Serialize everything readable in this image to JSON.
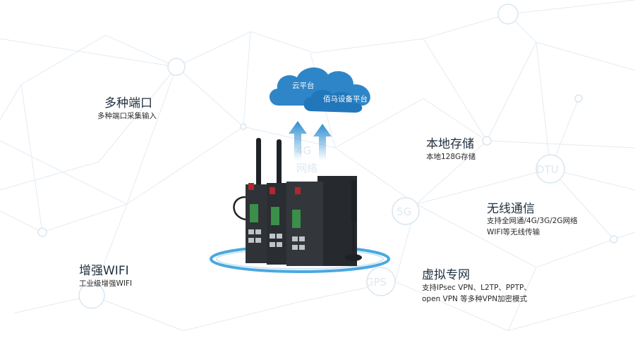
{
  "cloud": {
    "label_top": "云平台",
    "label_bottom": "佰马设备平台"
  },
  "features": {
    "ports": {
      "title": "多种端口",
      "desc": "多种端口采集输入"
    },
    "wifi": {
      "title": "增强WIFI",
      "desc": "工业级增强WIFI"
    },
    "storage": {
      "title": "本地存储",
      "desc": "本地128G存储"
    },
    "wireless": {
      "title": "无线通信",
      "desc_line1": "支持全网通/4G/3G/2G网络",
      "desc_line2": "WIFI等无线传输"
    },
    "vpn": {
      "title": "虚拟专网",
      "desc_line1": "支持IPsec VPN、L2TP、PPTP、",
      "desc_line2": "open VPN 等多种VPN加密模式"
    }
  },
  "network_labels": {
    "dtu": "DTU",
    "g5": "5G",
    "gps": "GPS",
    "g4": "4G",
    "net": "网络"
  },
  "colors": {
    "accent_blue": "#2f8fd0",
    "cloud_blue": "#2e86c8",
    "ring_blue": "#4aa8e0",
    "device_dark": "#2b2f33"
  }
}
